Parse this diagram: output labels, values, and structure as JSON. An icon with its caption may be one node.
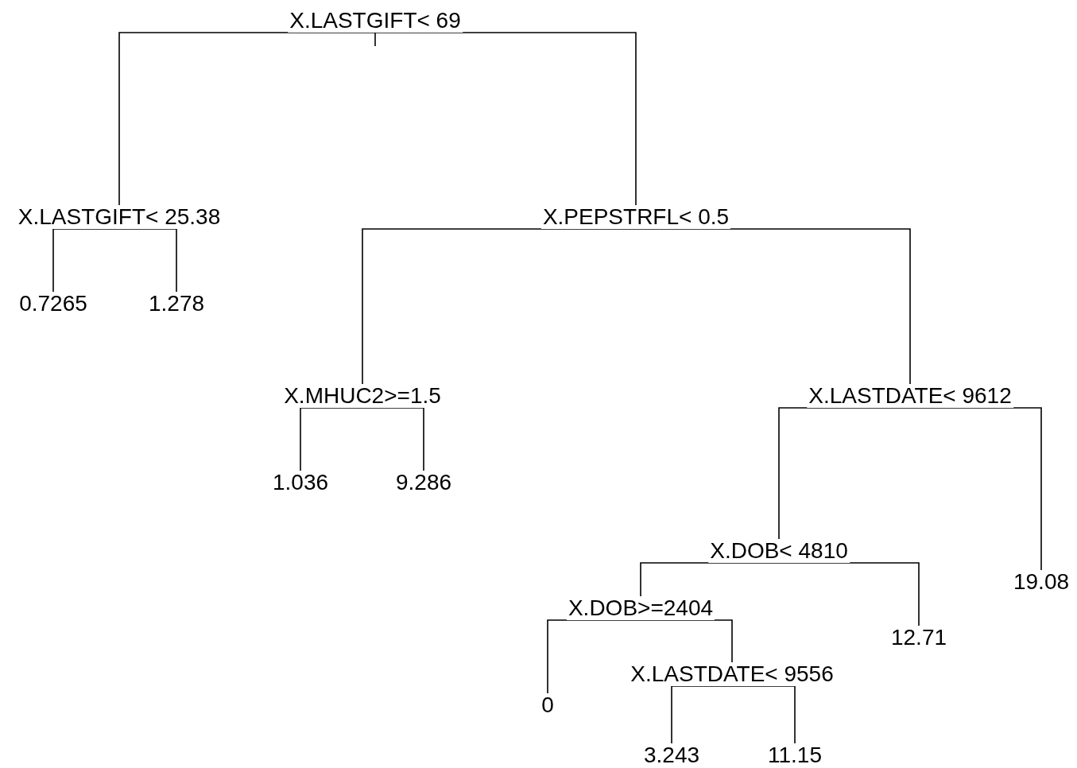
{
  "diagram": {
    "nodes": [
      {
        "text": [
          "X.LASTGIFT< 69"
        ]
      },
      {
        "text": [
          "X.LASTGIFT< 25.38"
        ]
      },
      {
        "text": [
          "0.7265"
        ]
      },
      {
        "text": [
          "1.278"
        ]
      },
      {
        "text": [
          "X.PEPSTRFL< 0.5"
        ]
      },
      {
        "text": [
          "X.MHUC2>=1.5"
        ]
      },
      {
        "text": [
          "1.036"
        ]
      },
      {
        "text": [
          "9.286"
        ]
      },
      {
        "text": [
          "X.LASTDATE< 9612"
        ]
      },
      {
        "text": [
          "X.DOB< 4810"
        ]
      },
      {
        "text": [
          "X.DOB>=2404"
        ]
      },
      {
        "text": [
          "0"
        ]
      },
      {
        "text": [
          "X.LASTDATE< 9556"
        ]
      },
      {
        "text": [
          "3.243"
        ]
      },
      {
        "text": [
          "11.15"
        ]
      },
      {
        "text": [
          "12.71"
        ]
      },
      {
        "text": [
          "19.08"
        ]
      }
    ],
    "edges": [
      {
        "from": 0,
        "to": 1,
        "arrow": "none"
      },
      {
        "from": 0,
        "to": 4,
        "arrow": "none"
      },
      {
        "from": 1,
        "to": 2,
        "arrow": "none"
      },
      {
        "from": 1,
        "to": 3,
        "arrow": "none"
      },
      {
        "from": 4,
        "to": 5,
        "arrow": "none"
      },
      {
        "from": 4,
        "to": 8,
        "arrow": "none"
      },
      {
        "from": 5,
        "to": 6,
        "arrow": "none"
      },
      {
        "from": 5,
        "to": 7,
        "arrow": "none"
      },
      {
        "from": 8,
        "to": 9,
        "arrow": "none"
      },
      {
        "from": 8,
        "to": 16,
        "arrow": "none"
      },
      {
        "from": 9,
        "to": 10,
        "arrow": "none"
      },
      {
        "from": 9,
        "to": 15,
        "arrow": "none"
      },
      {
        "from": 10,
        "to": 11,
        "arrow": "none"
      },
      {
        "from": 10,
        "to": 12,
        "arrow": "none"
      },
      {
        "from": 12,
        "to": 13,
        "arrow": "none"
      },
      {
        "from": 12,
        "to": 14,
        "arrow": "none"
      }
    ]
  }
}
